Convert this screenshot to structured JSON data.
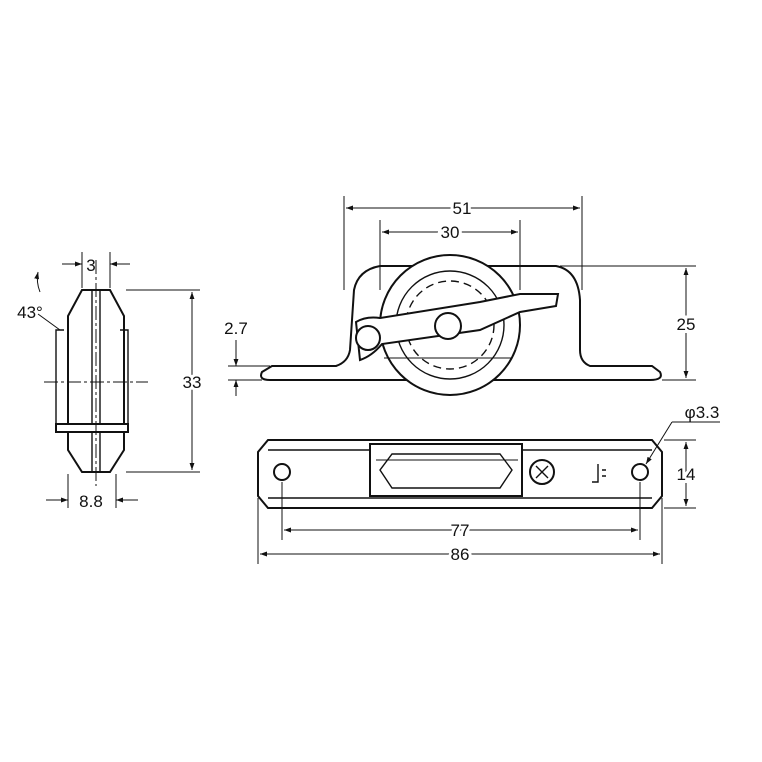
{
  "dimensions": {
    "side_top_width": "3",
    "side_angle": "43°",
    "side_height": "33",
    "side_base_width": "8.8",
    "front_width_outer": "51",
    "front_width_inner": "30",
    "front_height": "25",
    "front_plate_thickness": "2.7",
    "plan_hole_dia": "φ3.3",
    "plan_height": "14",
    "plan_hole_pitch": "77",
    "plan_length": "86"
  },
  "colors": {
    "line": "#111111",
    "background": "#ffffff"
  }
}
